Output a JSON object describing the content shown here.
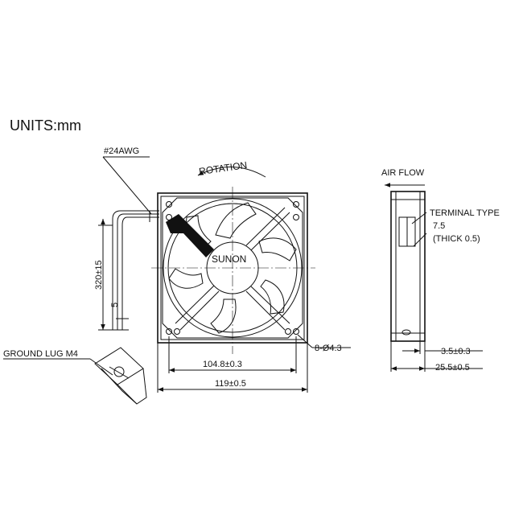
{
  "units": "UNITS:mm",
  "wire_gauge": "#24AWG",
  "rotation": "ROTATION",
  "brand": "SUNON",
  "air_flow": "AIR FLOW",
  "terminal": {
    "type": "TERMINAL TYPE",
    "size": "7.5",
    "thick": "(THICK 0.5)"
  },
  "dims": {
    "lead_length": "320±15",
    "strip": "5",
    "hole_pitch": "104.8±0.3",
    "overall": "119±0.5",
    "holes": "8-Ø4.3",
    "flange": "3.5±0.3",
    "depth": "25.5±0.5"
  },
  "ground_lug": "GROUND LUG M4"
}
